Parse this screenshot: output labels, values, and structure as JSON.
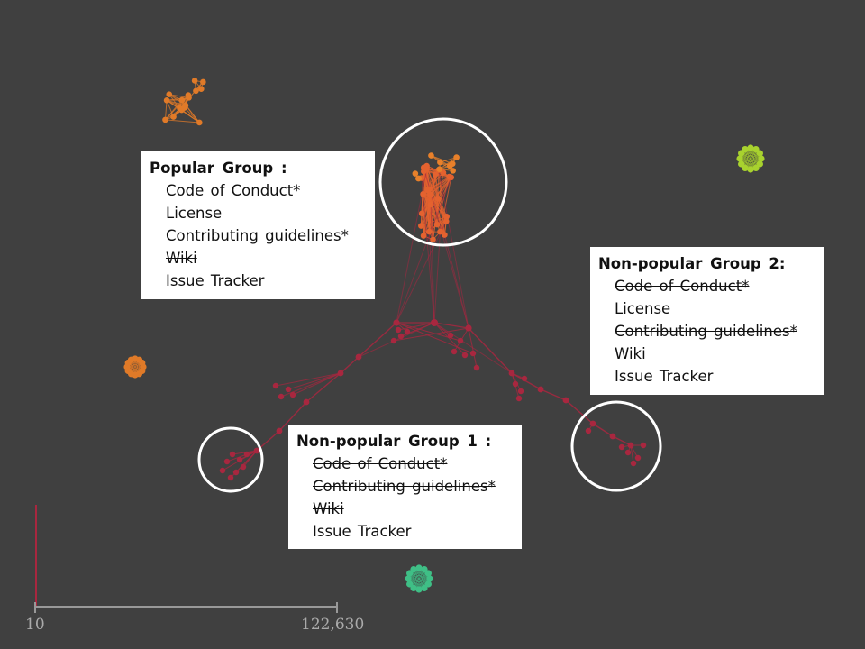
{
  "groups": {
    "popular": {
      "title": "Popular  Group :",
      "items": [
        {
          "label": "Code of Conduct*",
          "struck": false
        },
        {
          "label": "License",
          "struck": false
        },
        {
          "label": "Contributing guidelines*",
          "struck": false
        },
        {
          "label": "Wiki",
          "struck": true
        },
        {
          "label": "Issue Tracker",
          "struck": false
        }
      ]
    },
    "nonpopular2": {
      "title": "Non-popular  Group 2:",
      "items": [
        {
          "label": "Code of Conduct*",
          "struck": true
        },
        {
          "label": "License",
          "struck": false
        },
        {
          "label": "Contributing guidelines*",
          "struck": true
        },
        {
          "label": "Wiki",
          "struck": false
        },
        {
          "label": "Issue Tracker",
          "struck": false
        }
      ]
    },
    "nonpopular1": {
      "title": "Non-popular  Group 1 :",
      "items": [
        {
          "label": "Code of Conduct*",
          "struck": true
        },
        {
          "label": "Contributing guidelines*",
          "struck": true
        },
        {
          "label": "Wiki",
          "struck": true
        },
        {
          "label": "Issue Tracker",
          "struck": false
        }
      ]
    }
  },
  "scale": {
    "min_label": "10",
    "max_label": "122,630"
  },
  "colors": {
    "background": "#404040",
    "popular_nodes": "#e4722a",
    "nonpopular_nodes": "#a8273f",
    "cluster_green": "#a8d22e",
    "cluster_teal": "#3fbf86",
    "highlight_ring": "#ffffff"
  }
}
